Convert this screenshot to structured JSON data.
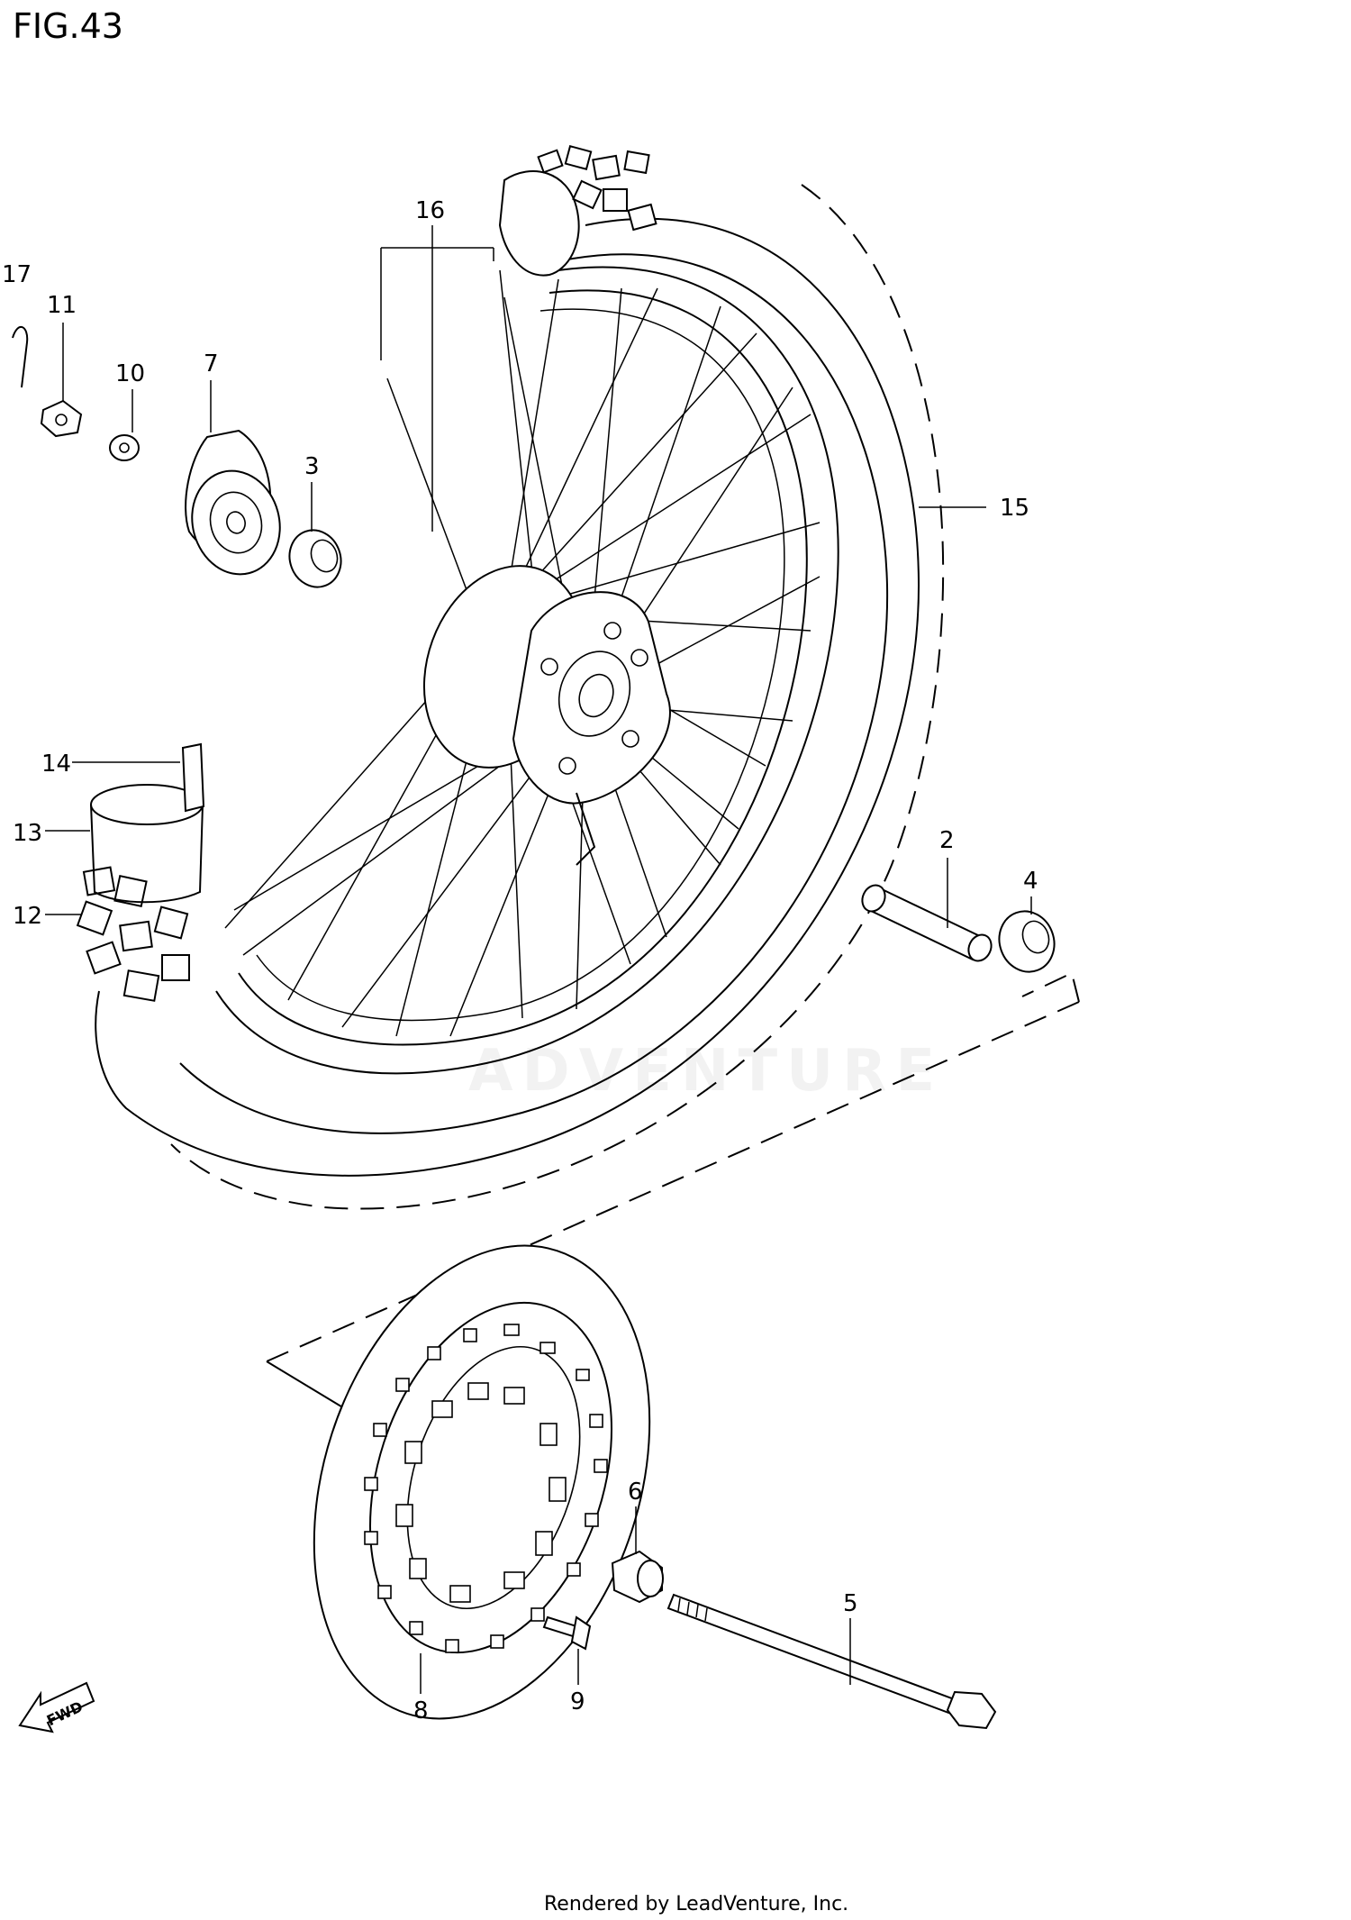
{
  "figure": {
    "title": "FIG.43"
  },
  "callouts": [
    {
      "id": "17",
      "text": "17"
    },
    {
      "id": "11",
      "text": "11"
    },
    {
      "id": "10",
      "text": "10"
    },
    {
      "id": "7",
      "text": "7"
    },
    {
      "id": "3",
      "text": "3"
    },
    {
      "id": "16",
      "text": "16"
    },
    {
      "id": "15",
      "text": "15"
    },
    {
      "id": "14",
      "text": "14"
    },
    {
      "id": "13",
      "text": "13"
    },
    {
      "id": "12",
      "text": "12"
    },
    {
      "id": "2",
      "text": "2"
    },
    {
      "id": "4",
      "text": "4"
    },
    {
      "id": "6",
      "text": "6"
    },
    {
      "id": "5",
      "text": "5"
    },
    {
      "id": "8",
      "text": "8"
    },
    {
      "id": "9",
      "text": "9"
    }
  ],
  "direction_arrow": {
    "text": "FWD"
  },
  "watermark": {
    "text": "ADVENTURE"
  },
  "footer": {
    "text": "Rendered by LeadVenture, Inc."
  }
}
